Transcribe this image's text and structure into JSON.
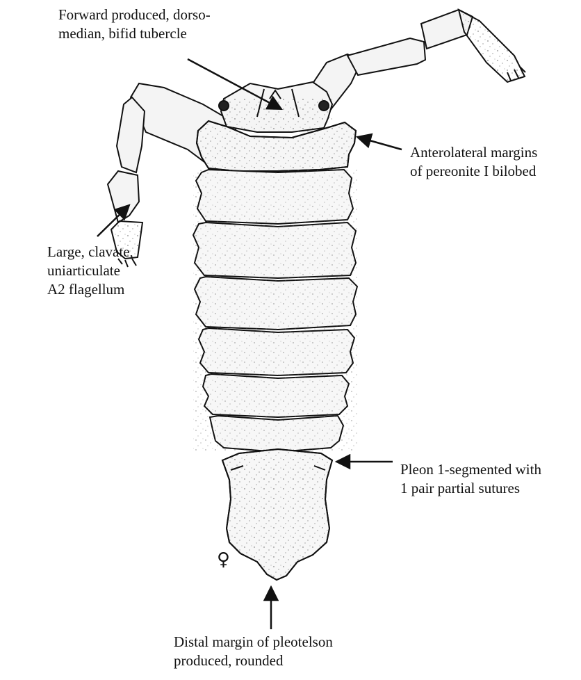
{
  "labels": {
    "tubercle": [
      "Forward produced, dorso-",
      "median, bifid tubercle"
    ],
    "pereonite": [
      "Anterolateral margins",
      "of pereonite I bilobed"
    ],
    "flagellum": [
      "Large, clavate,",
      "uniarticulate",
      "A2 flagellum"
    ],
    "pleon": [
      "Pleon 1-segmented with",
      "1 pair partial sutures"
    ],
    "pleotelson": [
      "Distal margin of pleotelson",
      "produced, rounded"
    ]
  },
  "sex_symbol": "♀",
  "colors": {
    "ink": "#111111",
    "paper": "#ffffff",
    "body_fill": "#f7f7f7"
  }
}
